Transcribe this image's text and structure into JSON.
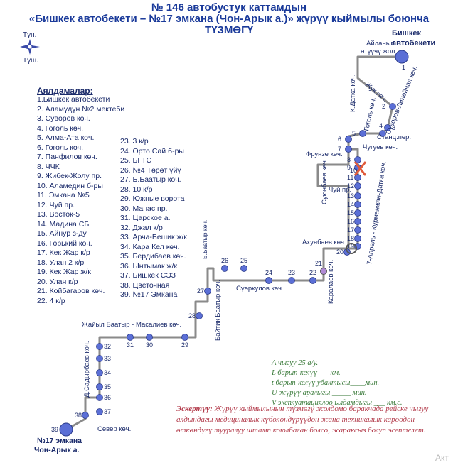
{
  "title": {
    "line1": "№ 146 автобустук каттамдын",
    "line2": "«Бишкек автобекети –  №17 эмкана (Чон-Арык а.)» жүрүү кыймылы боюнча",
    "line3": "ТҮЗМӨГҮ"
  },
  "compass": {
    "north": "Түн.",
    "south": "Түш."
  },
  "stops_title": "Аялдамалар:",
  "stops_col1": [
    "1.Бишкек автобекети",
    "2. Аламүдүн №2 мектеби",
    "3. Суворов көч.",
    "4. Гоголь көч.",
    "5. Алма-Ата көч.",
    "6. Гоголь көч.",
    "7. Панфилов көч.",
    "8. ЧЧК",
    "9. Жибек-Жолу пр.",
    "10. Аламедин б-ры",
    "11. Эмкана №5",
    "12. Чуй пр.",
    "13. Восток-5",
    "14. Мадина СБ",
    "15. Айнур з-ду",
    "16. Горький көч.",
    "17. Кек Жар к/р",
    "18. Улан  2 к/р",
    "19.  Кек Жар ж/к",
    "20. Улан к/р",
    "21. Койбагаров көч.",
    "22. 4 к/р"
  ],
  "stops_col2": [
    "23.  3 к/р",
    "24. Орто Сай б-ры",
    "25.  БГТС",
    "26.  №4 Төрөт үйү",
    "27. Б.Баатыр көч.",
    "28. 10 к/р",
    "29. Южные ворота",
    "30. Манас пр.",
    "31. Царское а.",
    "32. Джал к/р",
    "33. Арча-Бешик ж/к",
    "34. Кара Кел көч.",
    "35. Бердибаев көч.",
    "36. Ынтымак ж/к",
    "37. Бишкек СЭЗ",
    "38. Цветочная",
    "39. №17 Эмкана"
  ],
  "map_labels": {
    "bishkek_station": "Бишкек",
    "bishkek_station2": "автобекети",
    "ring": "Айланып",
    "ring2": "өтүүчү жол",
    "kdatka": "К.Датка көч.",
    "suvorov": "Суворов-Линейная көч.",
    "gogol": "Гоголь көч.",
    "zhuk": "Жук көч.",
    "stanc": "Станц.пер.",
    "chuguev": "Чугуев көч.",
    "frunze": "Фрунзе көч.",
    "suyunbaev": "Суюнбаев көч.",
    "chuy": "Чуй пр.",
    "kurmanzhan": "7-Апрель - Курманжан-Датка көч.",
    "akhunbaev": "Ахунбаев көч.",
    "karalaev": "Каралаев көч.",
    "suerkulov": "Сүөркулов көч.",
    "baitik": "Байтик Баатыр көч.",
    "b27": "Б.Баатыр көч.",
    "zhayil": "Жайыл Баатыр  - Масалиев көч.",
    "sadyrbaev": "Д.Садырбаев көч.",
    "sever": "Север көч.",
    "end1": "№17 эмкана",
    "end2": "Чон-Арык а."
  },
  "params": [
    "А чыгуу  25  а/у.",
    "L барып-келүү ___км.",
    "t барып-келүү убактысы____мин.",
    "U жүрүү аралыгы _____  мин.",
    "V эксплуатациялоо ылдамдыгы ___ км.с."
  ],
  "warning_head": "Эскертүү:",
  "warning_text": " Жүрүү кыймылынын түзмөгү жолдомо баракчада рейске чыгуу алдындагы медициналык күбөлөндүрүүдөн жана техникалык кароодон өткөндүгү тууралуу штамп коюлбаган болсо, жараксыз болуп эсептелет.",
  "corner_text": "Акт",
  "colors": {
    "route": "#8a8a8a",
    "stop": "#5b6fd6",
    "text": "#1a2a6a",
    "closed": "#e05a3a"
  }
}
